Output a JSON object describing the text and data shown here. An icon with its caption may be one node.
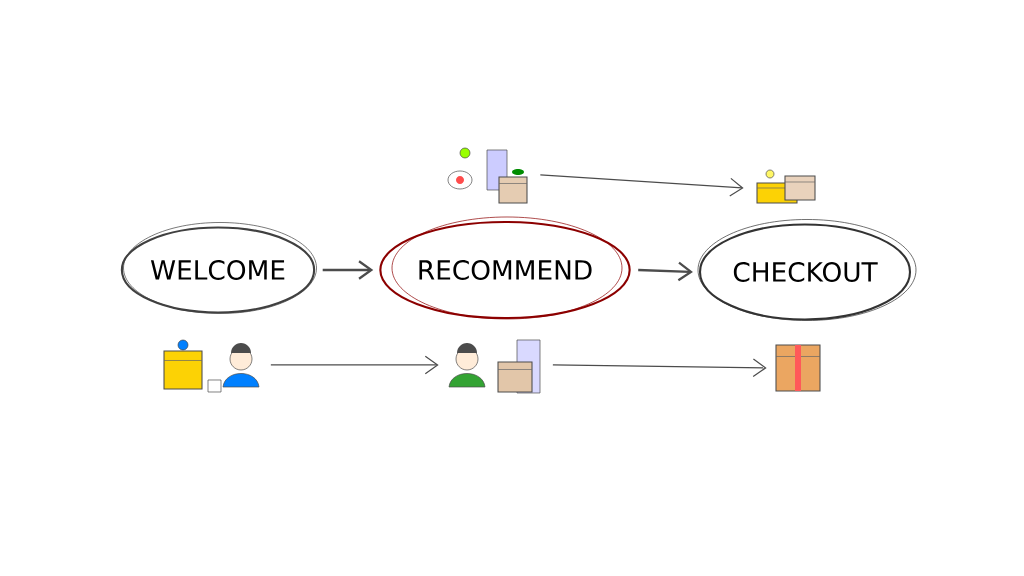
{
  "diagram": {
    "nodes": [
      {
        "text": [
          "WELCOME"
        ]
      },
      {
        "text": [
          "RECOMMEND"
        ]
      },
      {
        "text": [
          "CHECKOUT"
        ]
      },
      {
        "text": [],
        "shape": "picture"
      },
      {
        "text": [],
        "shape": "picture"
      },
      {
        "text": [],
        "shape": "picture"
      },
      {
        "text": [],
        "shape": "picture"
      },
      {
        "text": [],
        "shape": "picture"
      }
    ],
    "edges": [
      {
        "from": 0,
        "to": 1,
        "arrow": "to"
      },
      {
        "from": 1,
        "to": 2,
        "arrow": "to"
      },
      {
        "from": 3,
        "to": 4,
        "arrow": "to"
      },
      {
        "from": 5,
        "to": 6,
        "arrow": "to"
      },
      {
        "from": 6,
        "to": 7,
        "arrow": "to"
      }
    ]
  }
}
